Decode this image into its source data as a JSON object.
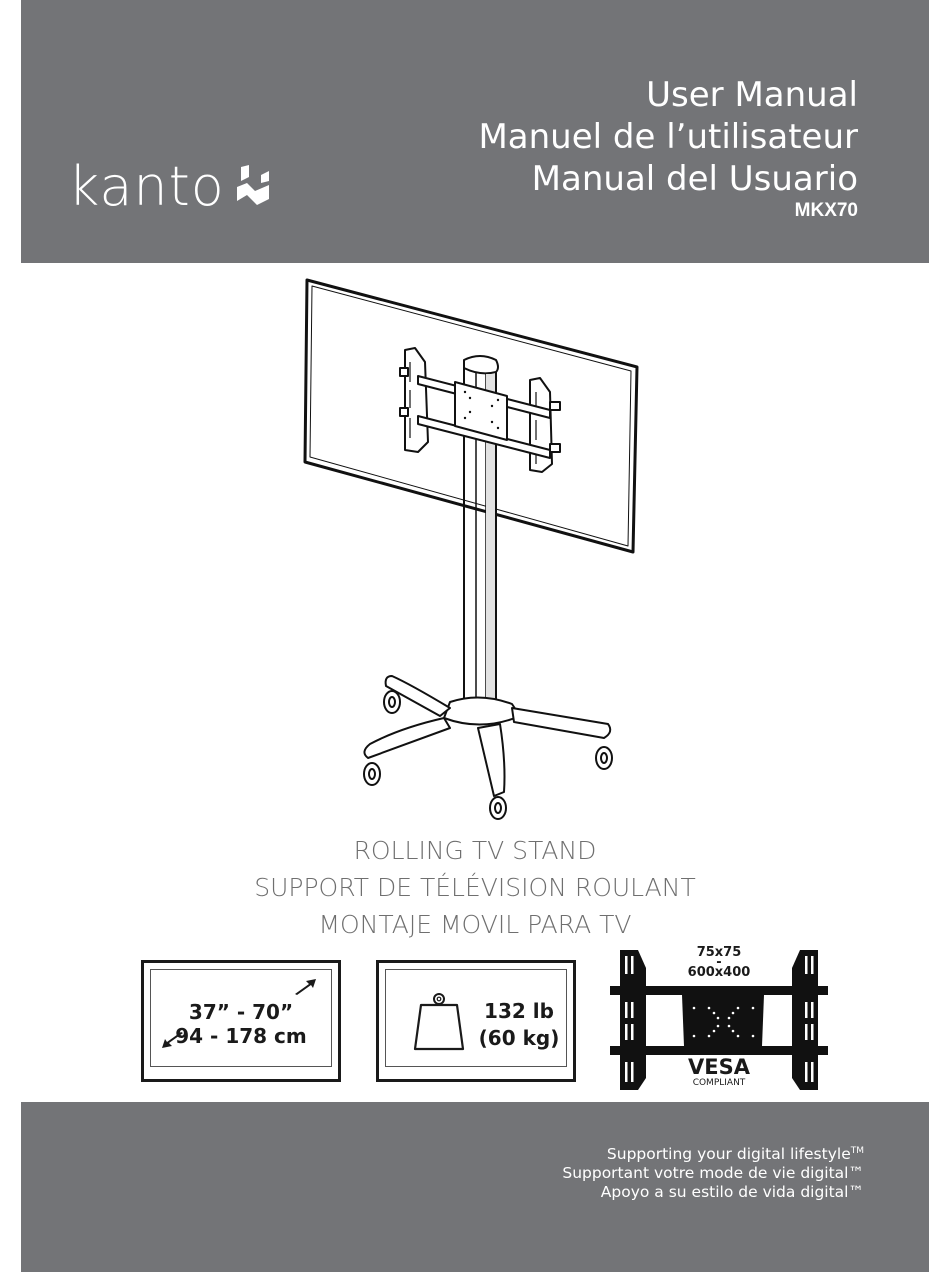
{
  "header": {
    "brand": "kanto",
    "brand_icon": "kanto-logo-mark-icon",
    "titles": [
      "User Manual",
      "Manuel de l’utilisateur",
      "Manual del Usuario"
    ],
    "model": "MKX70",
    "band_color": "#737477"
  },
  "illustration": {
    "icon": "rolling-tv-stand-illustration"
  },
  "product_names": [
    "ROLLING TV STAND",
    "SUPPORT DE TÉLÉVISION ROULANT",
    "MONTAJE MOVIL PARA TV"
  ],
  "specs": {
    "screen_size": {
      "inches": "37” - 70”",
      "cm": "94 - 178 cm",
      "icon": "diagonal-arrows-icon"
    },
    "weight": {
      "lb": "132 lb",
      "kg": "(60 kg)",
      "icon": "weight-icon"
    },
    "vesa": {
      "min": "75x75",
      "separator": "-",
      "max": "600x400",
      "label": "VESA",
      "sublabel": "COMPLIANT",
      "icon": "vesa-bracket-icon"
    }
  },
  "footer": {
    "taglines": [
      "Supporting your digital lifestyle",
      "Supportant votre mode de vie digital™",
      "Apoyo a su estilo de vida digital™"
    ],
    "tagline_tm": "TM"
  }
}
